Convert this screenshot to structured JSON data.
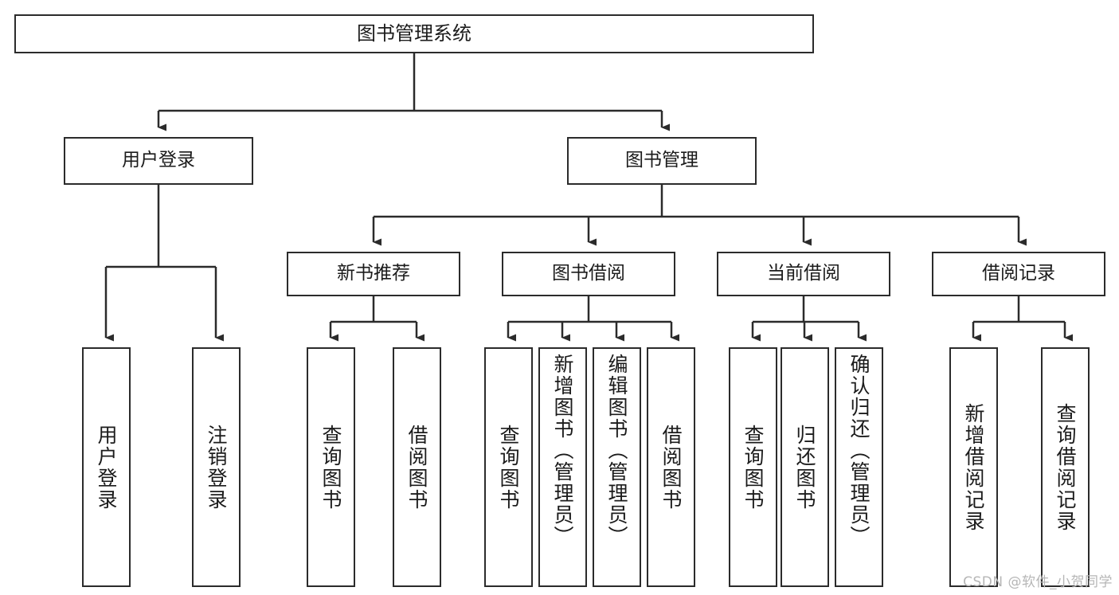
{
  "diagram": {
    "title": "图书管理系统",
    "watermark": "CSDN @软件_小贺同学",
    "colors": {
      "stroke": "#2b2b2b",
      "fill": "#ffffff",
      "text": "#1b1b1b",
      "watermark": "#b6b6b6"
    },
    "root": {
      "id": "root",
      "label": "图书管理系统",
      "orientation": "horizontal"
    },
    "level1": [
      {
        "id": "user-login",
        "label": "用户登录",
        "orientation": "horizontal"
      },
      {
        "id": "book-management",
        "label": "图书管理",
        "orientation": "horizontal"
      }
    ],
    "level2": [
      {
        "id": "new-book-recommend",
        "label": "新书推荐",
        "orientation": "horizontal",
        "parent": "book-management"
      },
      {
        "id": "book-borrow",
        "label": "图书借阅",
        "orientation": "horizontal",
        "parent": "book-management"
      },
      {
        "id": "current-borrow",
        "label": "当前借阅",
        "orientation": "horizontal",
        "parent": "book-management"
      },
      {
        "id": "borrow-record",
        "label": "借阅记录",
        "orientation": "horizontal",
        "parent": "book-management"
      }
    ],
    "leaves": [
      {
        "id": "leaf-user-login",
        "label": "用户登录",
        "orientation": "vertical",
        "parent": "user-login"
      },
      {
        "id": "leaf-logout-login",
        "label": "注销登录",
        "orientation": "vertical",
        "parent": "user-login"
      },
      {
        "id": "leaf-query-book-1",
        "label": "查询图书",
        "orientation": "vertical",
        "parent": "new-book-recommend"
      },
      {
        "id": "leaf-borrow-book-1",
        "label": "借阅图书",
        "orientation": "vertical",
        "parent": "new-book-recommend"
      },
      {
        "id": "leaf-query-book-2",
        "label": "查询图书",
        "orientation": "vertical",
        "parent": "book-borrow"
      },
      {
        "id": "leaf-add-book",
        "label": "新增图书（管理员）",
        "orientation": "vertical",
        "parent": "book-borrow"
      },
      {
        "id": "leaf-edit-book",
        "label": "编辑图书（管理员）",
        "orientation": "vertical",
        "parent": "book-borrow"
      },
      {
        "id": "leaf-borrow-book-2",
        "label": "借阅图书",
        "orientation": "vertical",
        "parent": "book-borrow"
      },
      {
        "id": "leaf-query-book-3",
        "label": "查询图书",
        "orientation": "vertical",
        "parent": "current-borrow"
      },
      {
        "id": "leaf-return-book",
        "label": "归还图书",
        "orientation": "vertical",
        "parent": "current-borrow"
      },
      {
        "id": "leaf-confirm-return",
        "label": "确认归还（管理员）",
        "orientation": "vertical",
        "parent": "current-borrow"
      },
      {
        "id": "leaf-add-record",
        "label": "新增借阅记录",
        "orientation": "vertical",
        "parent": "borrow-record"
      },
      {
        "id": "leaf-query-record",
        "label": "查询借阅记录",
        "orientation": "vertical",
        "parent": "borrow-record"
      }
    ]
  }
}
